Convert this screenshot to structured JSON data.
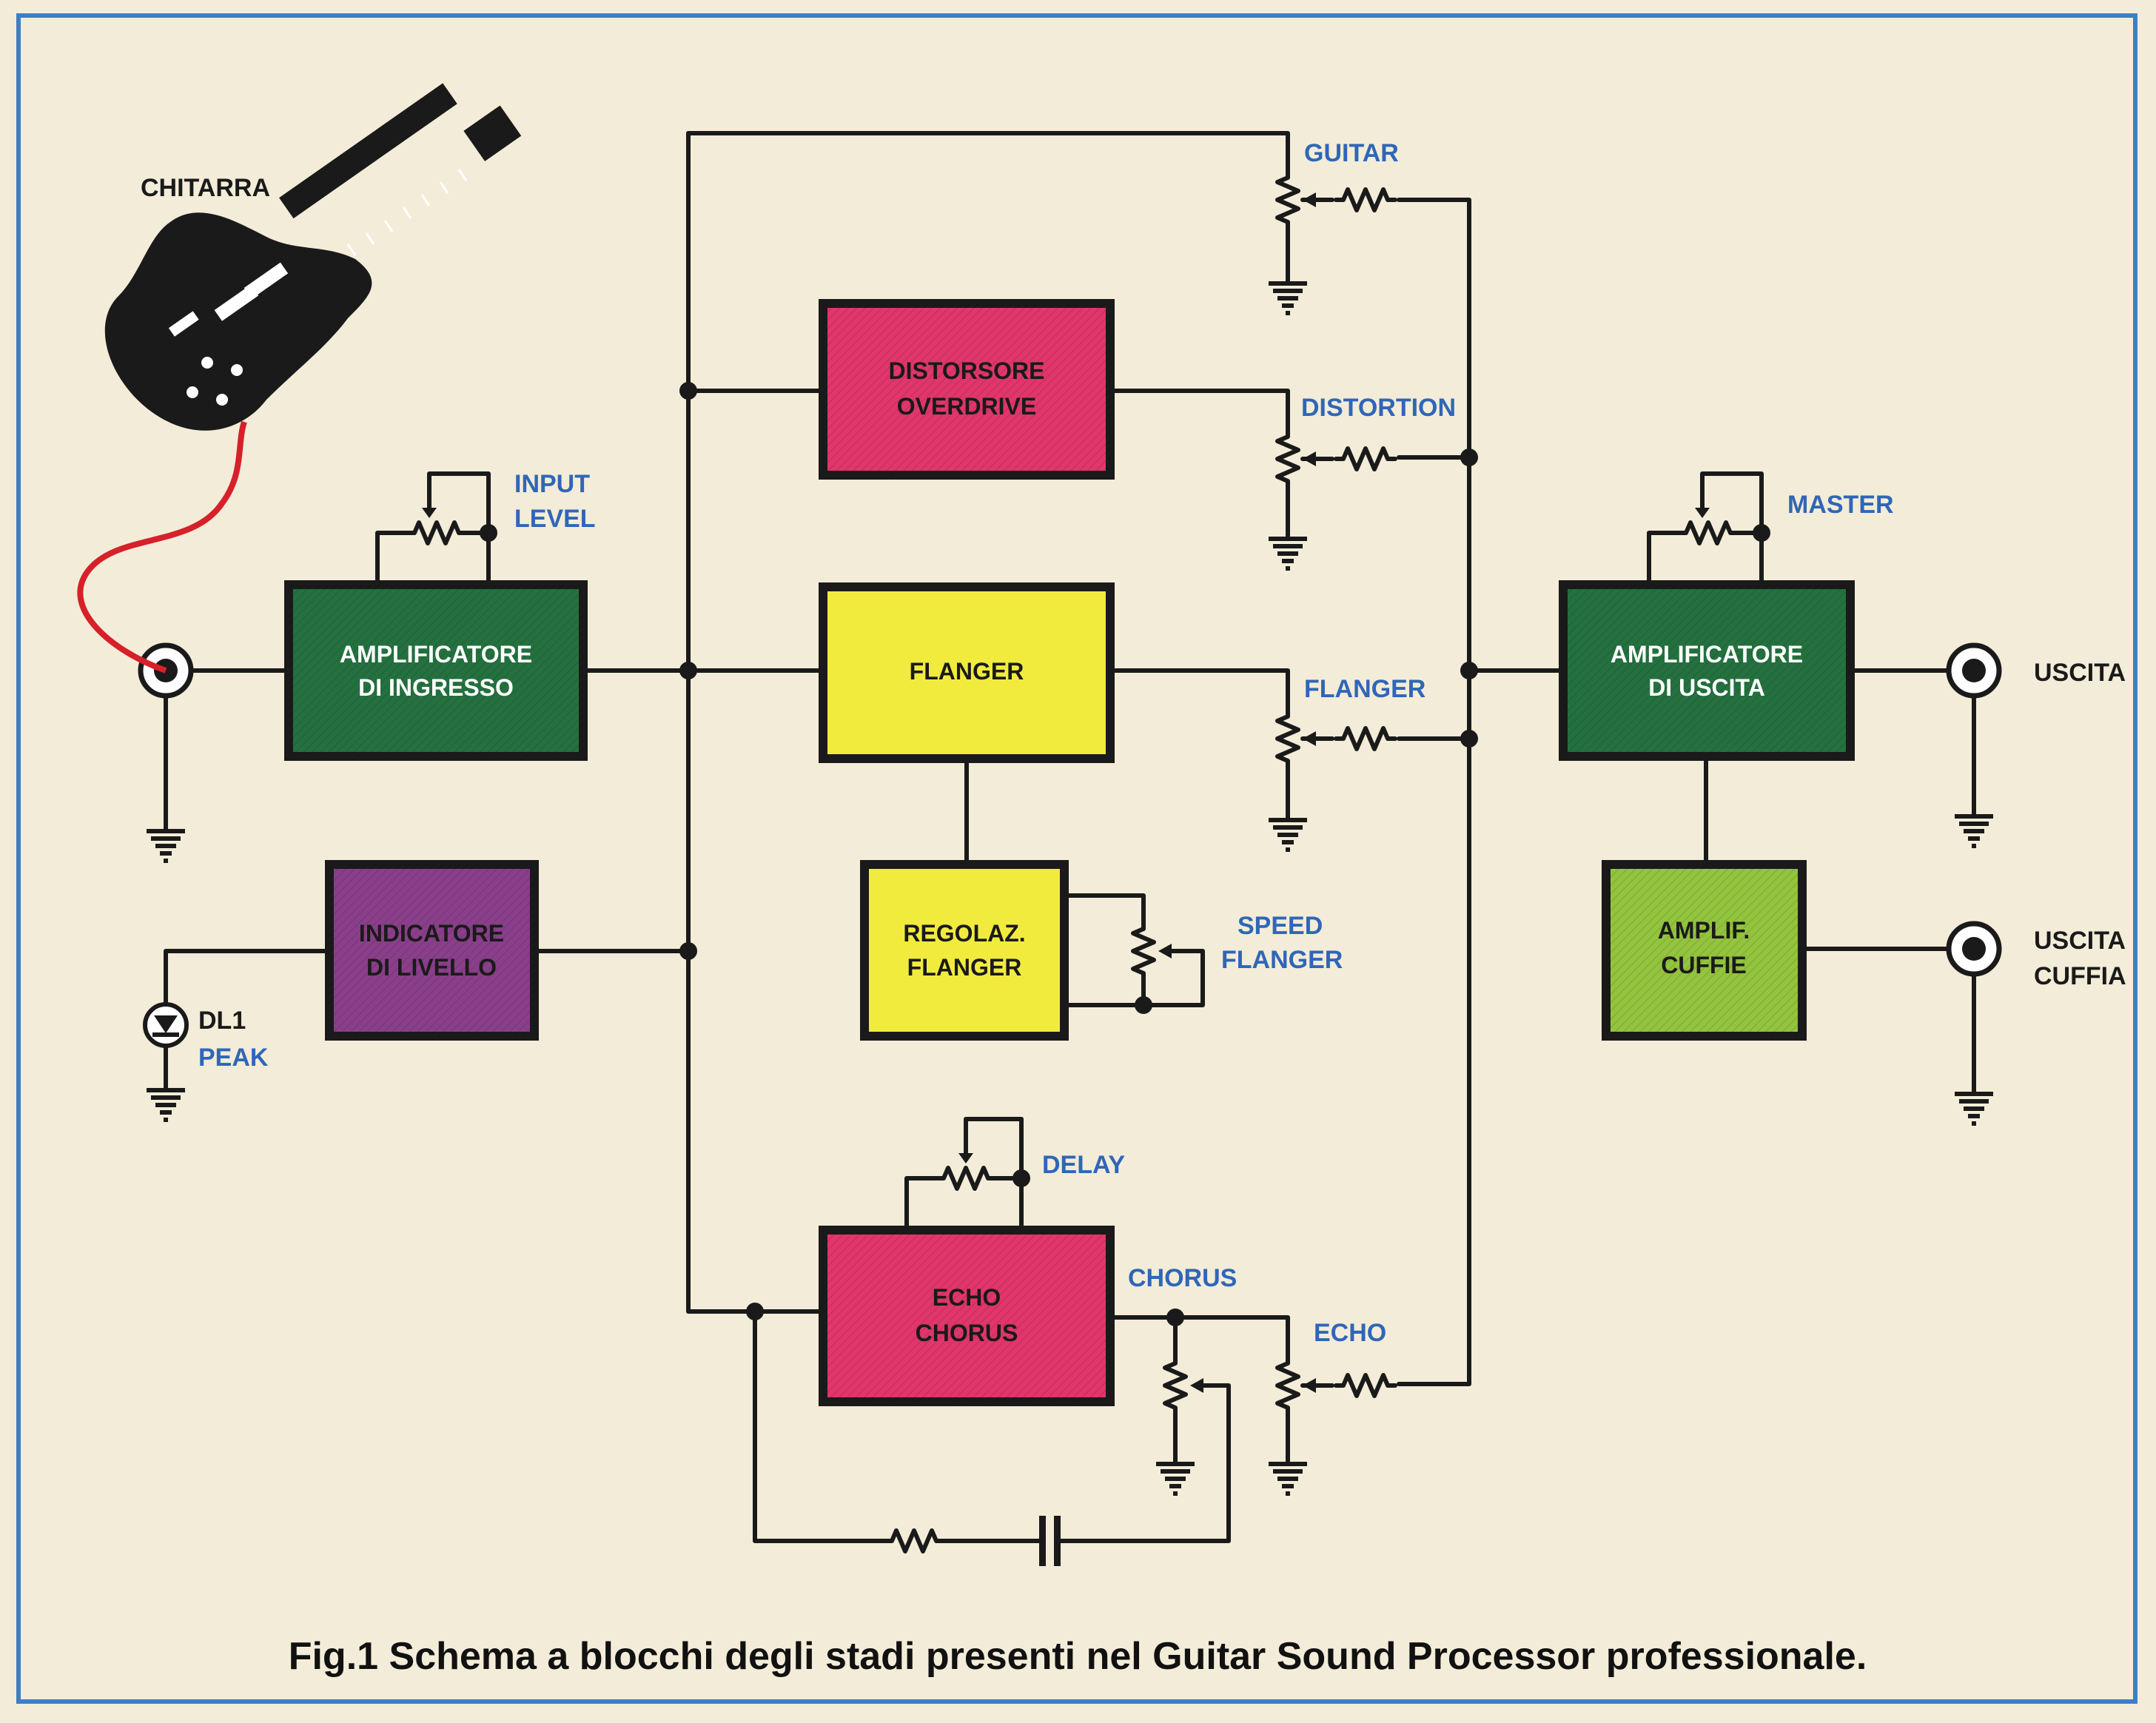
{
  "colors": {
    "background": "#f3ecd8",
    "border": "#3d7fc4",
    "dark_green": "#24713f",
    "pink": "#e0366b",
    "yellow": "#f1eb3e",
    "purple": "#8a3f8a",
    "light_green": "#93c43e",
    "label_blue": "#2f66b8",
    "cable_red": "#d6202a"
  },
  "blocks": {
    "amp_in": {
      "line1": "AMPLIFICATORE",
      "line2": "DI INGRESSO"
    },
    "distorsore": {
      "line1": "DISTORSORE",
      "line2": "OVERDRIVE"
    },
    "flanger": {
      "line1": "FLANGER"
    },
    "regolaz": {
      "line1": "REGOLAZ.",
      "line2": "FLANGER"
    },
    "indicatore": {
      "line1": "INDICATORE",
      "line2": "DI LIVELLO"
    },
    "echo": {
      "line1": "ECHO",
      "line2": "CHORUS"
    },
    "amp_out": {
      "line1": "AMPLIFICATORE",
      "line2": "DI USCITA"
    },
    "cuffie": {
      "line1": "AMPLIF.",
      "line2": "CUFFIE"
    }
  },
  "labels": {
    "chitarra": "CHITARRA",
    "input": "INPUT",
    "level": "LEVEL",
    "guitar": "GUITAR",
    "distortion": "DISTORTION",
    "flanger_pot": "FLANGER",
    "speed": "SPEED",
    "speed_flanger": "FLANGER",
    "delay": "DELAY",
    "chorus": "CHORUS",
    "echo_pot": "ECHO",
    "master": "MASTER",
    "uscita": "USCITA",
    "uscita2": "USCITA",
    "cuffia": "CUFFIA",
    "dl1": "DL1",
    "peak": "PEAK"
  },
  "caption": "Fig.1 Schema a blocchi degli stadi presenti nel Guitar Sound Processor professionale.",
  "icons": [
    "guitar-icon",
    "jack-icon",
    "ground-icon",
    "potentiometer-icon",
    "resistor-icon",
    "capacitor-icon",
    "led-icon"
  ]
}
